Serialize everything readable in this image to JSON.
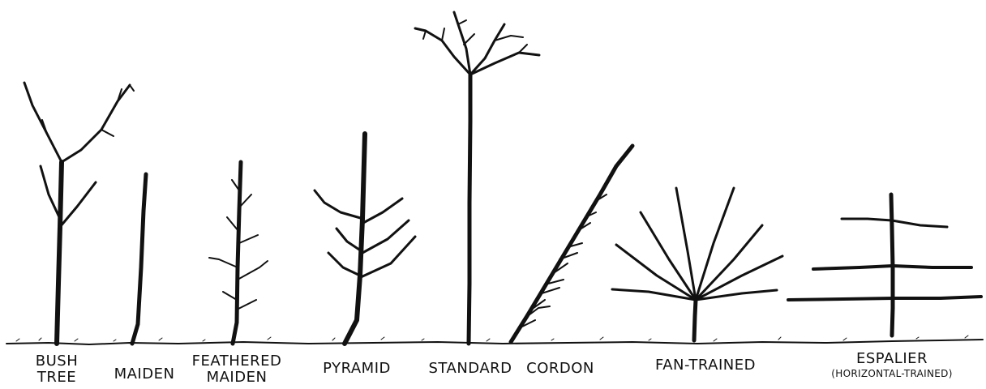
{
  "labels": {
    "bush_tree_line1": "BUSH",
    "bush_tree_line2": "TREE",
    "maiden": "MAIDEN",
    "feathered_maiden_line1": "FEATHERED",
    "feathered_maiden_line2": "MAIDEN",
    "pyramid": "PYRAMID",
    "standard": "STANDARD",
    "cordon": "CORDON",
    "fan_trained": "FAN-TRAINED",
    "espalier": "ESPALIER",
    "espalier_sub": "(HORIZONTAL-TRAINED)"
  }
}
